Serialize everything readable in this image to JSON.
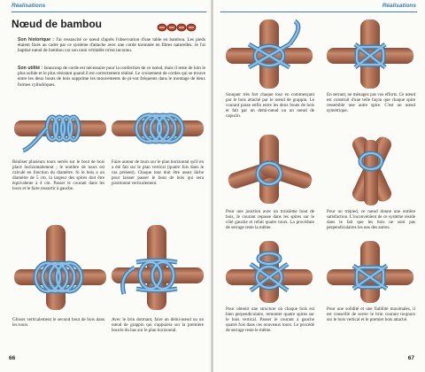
{
  "left_page": {
    "header": "Réalisations",
    "title": "Nœud de bambou",
    "history_label": "Son historique :",
    "history_text": "J'ai ressuscité ce nœud d'après l'observation d'une table en bambou. Les pieds étaient fixés au cadre par ce système d'attache avec une corde toronnée en fibres naturelles. Je l'ai baptisé nœud de bambou car son nom véritable m'est inconnu.",
    "use_label": "Son utilité :",
    "use_text": "beaucoup de corde est nécessaire pour la confection de ce nœud, mais il reste de loin le plus solide et le plus résistant quand il est correctement réalisé. Le croisement de cordes qui se trouve entre les deux bouts de bois supprime les mouvements de pi-vot fréquents dans le montage de deux formes cylindriques.",
    "captions": [
      "Réaliser plusieurs tours serrés sur le bout de bois placé horizontalement ; le nombre de tours est calculé en fonction du diamètre. Si le bois a un diamètre de 5 cm, la largeur des spires doit être équivalente à 4 cm. Passer le courant dans les tours et le faire ressortir à gauche.",
      "Faire autour de tours sur le plan horizontal qu'il en a été fait sur le plan vertical (quatre fois dans le cas présent). Chaque tour doit être assez lâche pour laisser passer le bout de bois qui sera positionné verticalement.",
      "Glisser verticalement le second bout de bois dans les tours.",
      "Avec le brin dormant, faire un demi-nœud ou un nœud de grappin qui s'appuiera sur la première boucle du bas sur le plan horizontal."
    ],
    "page_number": "66"
  },
  "right_page": {
    "header": "Réalisations",
    "captions": [
      "Souquer très fort chaque tour en commençant par le bois attaché par le nœud de grappin. Le courant passe enfin entre les deux bouts de bois et fait par un demi-nœud ou un nœud de capucin.",
      "En serrant, ne ménagez pas vos efforts. Ce nœud est construit d'une telle façon que chaque spire ressemble une autre spire. C'est un nœud symétrique.",
      "Pour une jonction avec un troisième bout de bois, le courant repasse dans les spires sur le côté gauche et refait quatre tours. La procédure de serrage reste la même.",
      "Pour un trépied, ce nœud donne une entière satisfaction. L'inconvénient de ce système réside dans le fait que les bois ne sont pas perpendiculaires les uns des autres.",
      "Pour obtenir une structure où chaque bois est bien perpendiculaire, remonter quatre spires sur le bois vertical. Passer le courant à gauche quatre fois dans ces nouveaux tours. Le procédé de serrage reste le même.",
      "Pour une solidité et une fiabilité maximales, il est conseillé de serrer le brin courant toujours sur le bois vertical et le premier bois attaché."
    ],
    "page_number": "67"
  },
  "colors": {
    "accent": "#3a7fb5",
    "wood": "#b9765a",
    "wood_dark": "#8a4f3a",
    "rope": "#7fb3d9",
    "rope_dark": "#3f7fb0"
  }
}
